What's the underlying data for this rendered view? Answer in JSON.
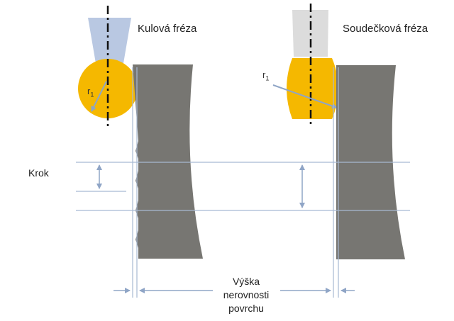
{
  "labels": {
    "ball_mill": "Kulová fréza",
    "barrel_mill": "Soudečková fréza",
    "step": "Krok",
    "radius_main": "r",
    "radius_sub": "1",
    "roughness_line1": "Výška",
    "roughness_line2": "nerovnosti",
    "roughness_line3": "povrchu"
  },
  "colors": {
    "cutter": "#f5b800",
    "ball_shank": "#b9c8e2",
    "barrel_shank": "#dcdcdc",
    "workpiece": "#777672",
    "guide_line": "#a7b9d3",
    "arrow": "#8fa5c6",
    "axis": "#111111"
  }
}
